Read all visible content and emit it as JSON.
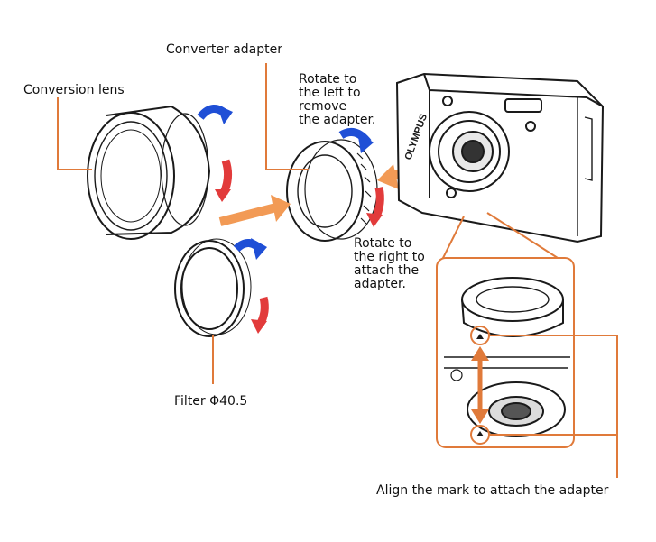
{
  "labels": {
    "converter_adapter": "Converter adapter",
    "conversion_lens": "Conversion lens",
    "rotate_left": "Rotate to\nthe left to\nremove\nthe adapter.",
    "rotate_right": "Rotate to\nthe right to\nattach the\nadapter.",
    "filter": "Filter Φ40.5",
    "align_mark": "Align the mark to attach the adapter"
  },
  "camera_brand": "OLYMPUS",
  "colors": {
    "leader": "#e07a3a",
    "arrow_blue": "#1f4fd6",
    "arrow_red": "#e23b3b",
    "move_arrow": "#f29a55",
    "line_art": "#1a1a1a"
  }
}
